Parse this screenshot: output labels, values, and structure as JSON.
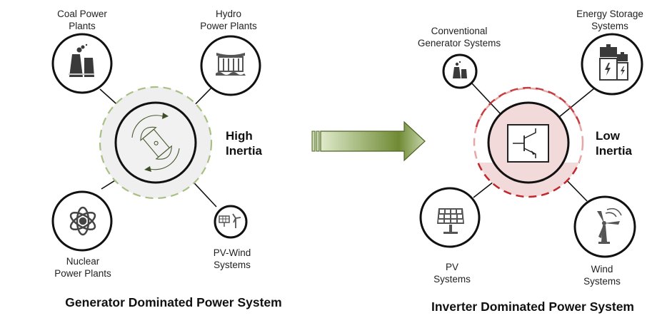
{
  "left_panel": {
    "title": "Generator Dominated Power System",
    "inertia_label": [
      "High",
      "Inertia"
    ],
    "center_icon": "rotating-mass-icon",
    "nodes": [
      {
        "id": "coal",
        "label": [
          "Coal Power",
          "Plants"
        ],
        "icon": "coal-plant-icon"
      },
      {
        "id": "hydro",
        "label": [
          "Hydro",
          "Power Plants"
        ],
        "icon": "hydro-dam-icon"
      },
      {
        "id": "nuclear",
        "label": [
          "Nuclear",
          "Power Plants"
        ],
        "icon": "atom-icon"
      },
      {
        "id": "pvwind",
        "label": [
          "PV-Wind",
          "Systems"
        ],
        "icon": "solar-wind-icon"
      }
    ],
    "colors": {
      "halo_fill": "#efefef",
      "halo_stroke": "#a4ba7d",
      "halo_stroke_dark": "#6b7f3f",
      "icon": "#4a5a30"
    }
  },
  "transition_arrow": {
    "icon": "right-arrow-icon",
    "colors": {
      "start": "#dbe8c6",
      "end": "#6f8a34",
      "stroke": "#4d6420"
    }
  },
  "right_panel": {
    "title": "Inverter Dominated Power System",
    "inertia_label": [
      "Low",
      "Inertia"
    ],
    "center_icon": "transistor-icon",
    "nodes": [
      {
        "id": "conventional",
        "label": [
          "Conventional",
          "Generator Systems"
        ],
        "icon": "coal-plant-icon"
      },
      {
        "id": "storage",
        "label": [
          "Energy Storage",
          "Systems"
        ],
        "icon": "battery-icon"
      },
      {
        "id": "pv",
        "label": [
          "PV",
          "Systems"
        ],
        "icon": "solar-panel-icon"
      },
      {
        "id": "wind",
        "label": [
          "Wind",
          "Systems"
        ],
        "icon": "wind-turbine-icon"
      }
    ],
    "colors": {
      "halo_fill": "#f3dada",
      "halo_stroke": "#c0282d",
      "halo_stroke_light": "#e8a7a7"
    }
  }
}
